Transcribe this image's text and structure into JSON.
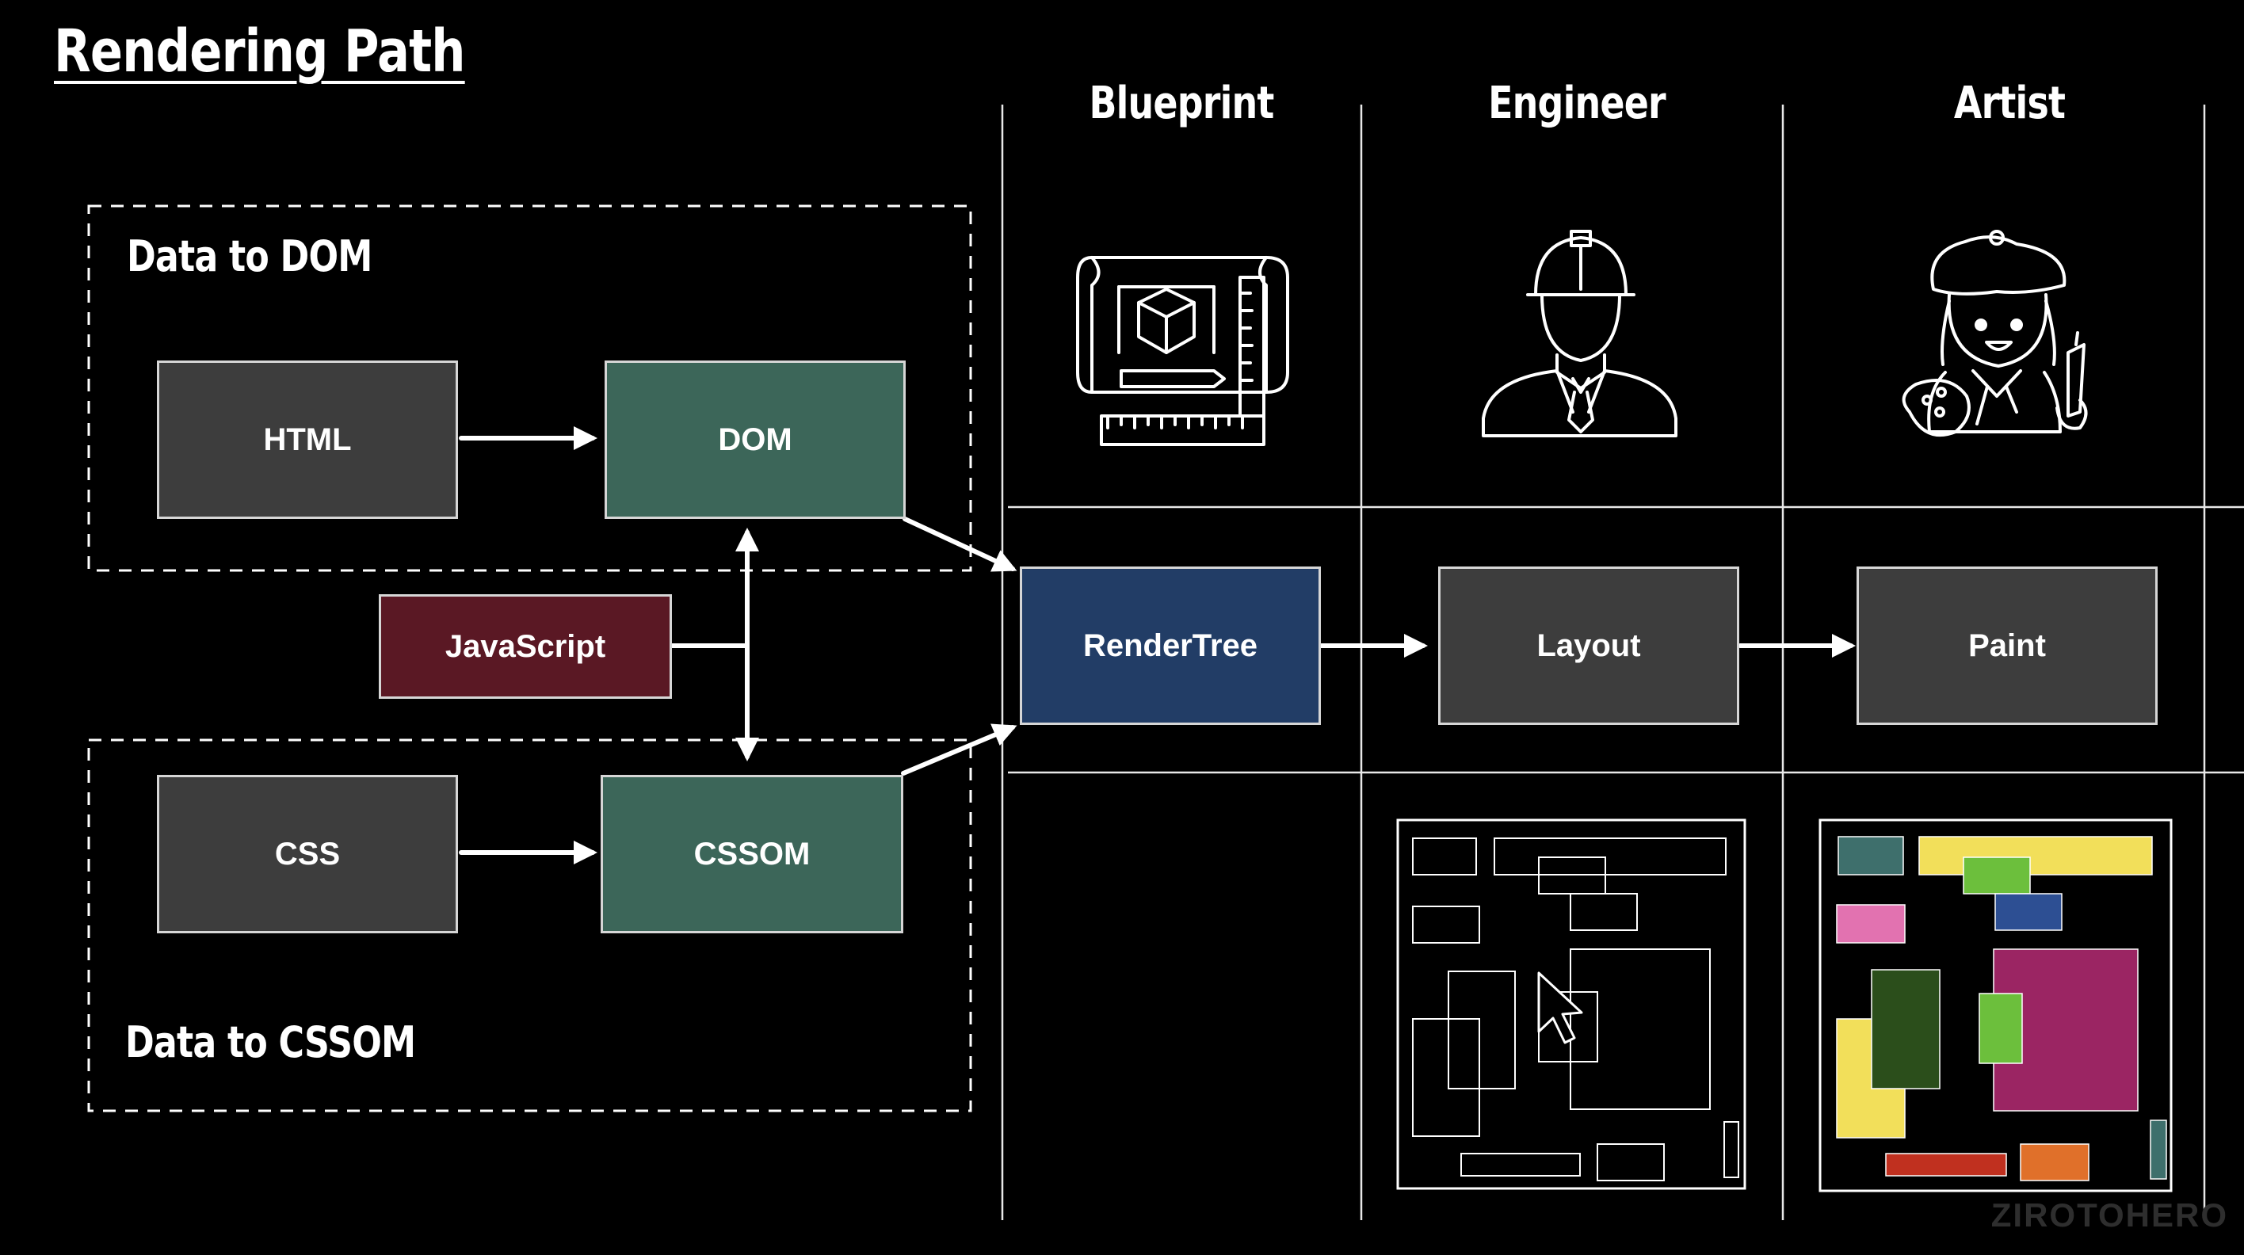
{
  "title": "Rendering Path",
  "groups": {
    "dom": "Data to DOM",
    "cssom": "Data to CSSOM"
  },
  "columns": {
    "blueprint": "Blueprint",
    "engineer": "Engineer",
    "artist": "Artist"
  },
  "nodes": {
    "html": "HTML",
    "dom": "DOM",
    "javascript": "JavaScript",
    "css": "CSS",
    "cssom": "CSSOM",
    "render_tree": "RenderTree",
    "layout": "Layout",
    "paint": "Paint"
  },
  "colors": {
    "gray_box": "#3d3d3d",
    "green_box": "#3c6659",
    "maroon_box": "#5a1824",
    "navy_box": "#223d66",
    "paint_teal": "#3e6f6c",
    "paint_yellow": "#f2df5a",
    "paint_green": "#6cbf3c",
    "paint_pink": "#e272b0",
    "paint_blue": "#2d4f93",
    "paint_darkgreen": "#2b4e1b",
    "paint_magenta": "#9b2563",
    "paint_red": "#c0301f",
    "paint_orange": "#e0702a"
  },
  "icons": {
    "blueprint": "blueprint-icon",
    "engineer": "engineer-icon",
    "artist": "artist-icon",
    "cursor": "cursor-icon"
  },
  "watermark": "ZIROTOHERO"
}
